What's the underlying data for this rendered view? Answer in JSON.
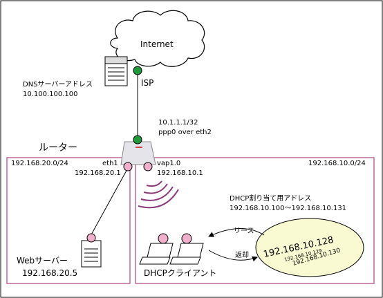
{
  "internet": {
    "label": "Internet",
    "isp": "ISP"
  },
  "dns": {
    "title": "DNSサーバーアドレス",
    "address": "10.100.100.100"
  },
  "router": {
    "label": "ルーター",
    "wan_ip": "10.1.1.1/32",
    "wan_if": "ppp0 over eth2"
  },
  "lan_left": {
    "network": "192.168.20.0/24",
    "if_name": "eth1",
    "if_ip": "192.168.20.1"
  },
  "lan_right": {
    "network": "192.168.10.0/24",
    "if_name": "vap1.0",
    "if_ip": "192.168.10.1"
  },
  "web_server": {
    "label": "Webサーバー",
    "ip": "192.168.20.5"
  },
  "dhcp": {
    "pool_title": "DHCP割り当て用アドレス",
    "pool_range": "192.168.10.100〜192.168.10.131",
    "lease": "リース",
    "return": "返却",
    "clients": "DHCPクライアント",
    "pool_ips": [
      "192.168.10.128",
      "192.168.10.129",
      "192.168.10.130"
    ]
  },
  "colors": {
    "frame": "#c0679a",
    "wan_dot": "#1e9a3a",
    "lan_dot": "#f0b0cc",
    "pool_fill": "#fafad2"
  }
}
